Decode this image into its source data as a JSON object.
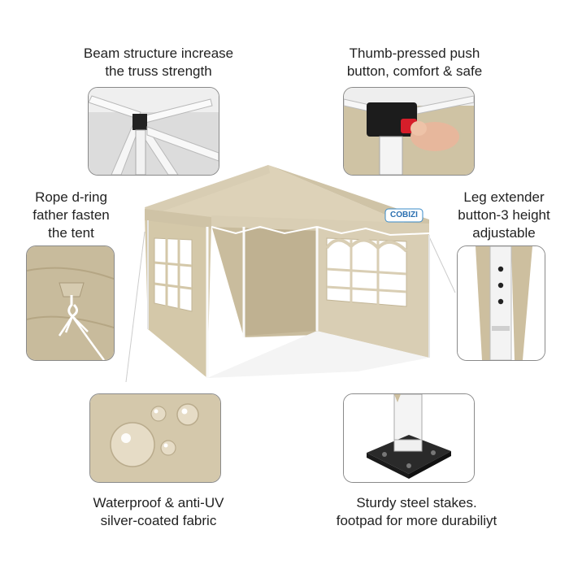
{
  "brand": "COBIZI",
  "colors": {
    "fabric": "#d9ceb4",
    "fabric_dark": "#c6b998",
    "frame": "#f7f7f7",
    "panel_border": "#8a8a8a"
  },
  "features": [
    {
      "id": "beam",
      "line1": "Beam structure  increase",
      "line2": "the truss strength",
      "icon": "truss-closeup"
    },
    {
      "id": "push",
      "line1": "Thumb-pressed push",
      "line2": "button, comfort & safe",
      "icon": "push-button-closeup"
    },
    {
      "id": "rope",
      "line1": "Rope d-ring",
      "line2": "father fasten",
      "line3": "the tent",
      "icon": "rope-ring-closeup"
    },
    {
      "id": "leg",
      "line1": "Leg extender",
      "line2": "button-3 height",
      "line3": "adjustable",
      "icon": "leg-pole-closeup"
    },
    {
      "id": "water",
      "line1": "Waterproof & anti-UV",
      "line2": "silver-coated fabric",
      "icon": "water-drops-closeup"
    },
    {
      "id": "stake",
      "line1": "Sturdy steel stakes.",
      "line2": "footpad for more durabiliyt",
      "icon": "footpad-closeup"
    }
  ]
}
